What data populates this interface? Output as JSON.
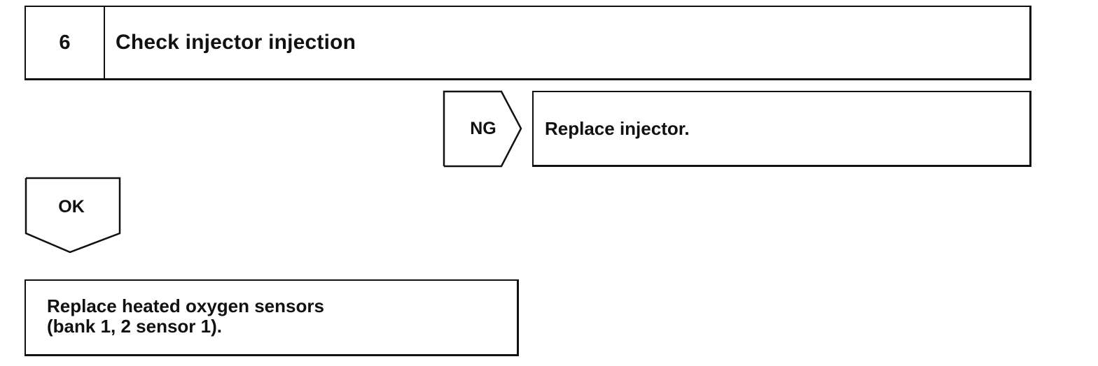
{
  "step": {
    "number": "6",
    "title": "Check injector injection"
  },
  "ng_branch": {
    "label": "NG",
    "action": "Replace injector."
  },
  "ok_branch": {
    "label": "OK",
    "action_lines": [
      "Replace heated oxygen sensors",
      "(bank 1, 2 sensor 1)."
    ]
  }
}
